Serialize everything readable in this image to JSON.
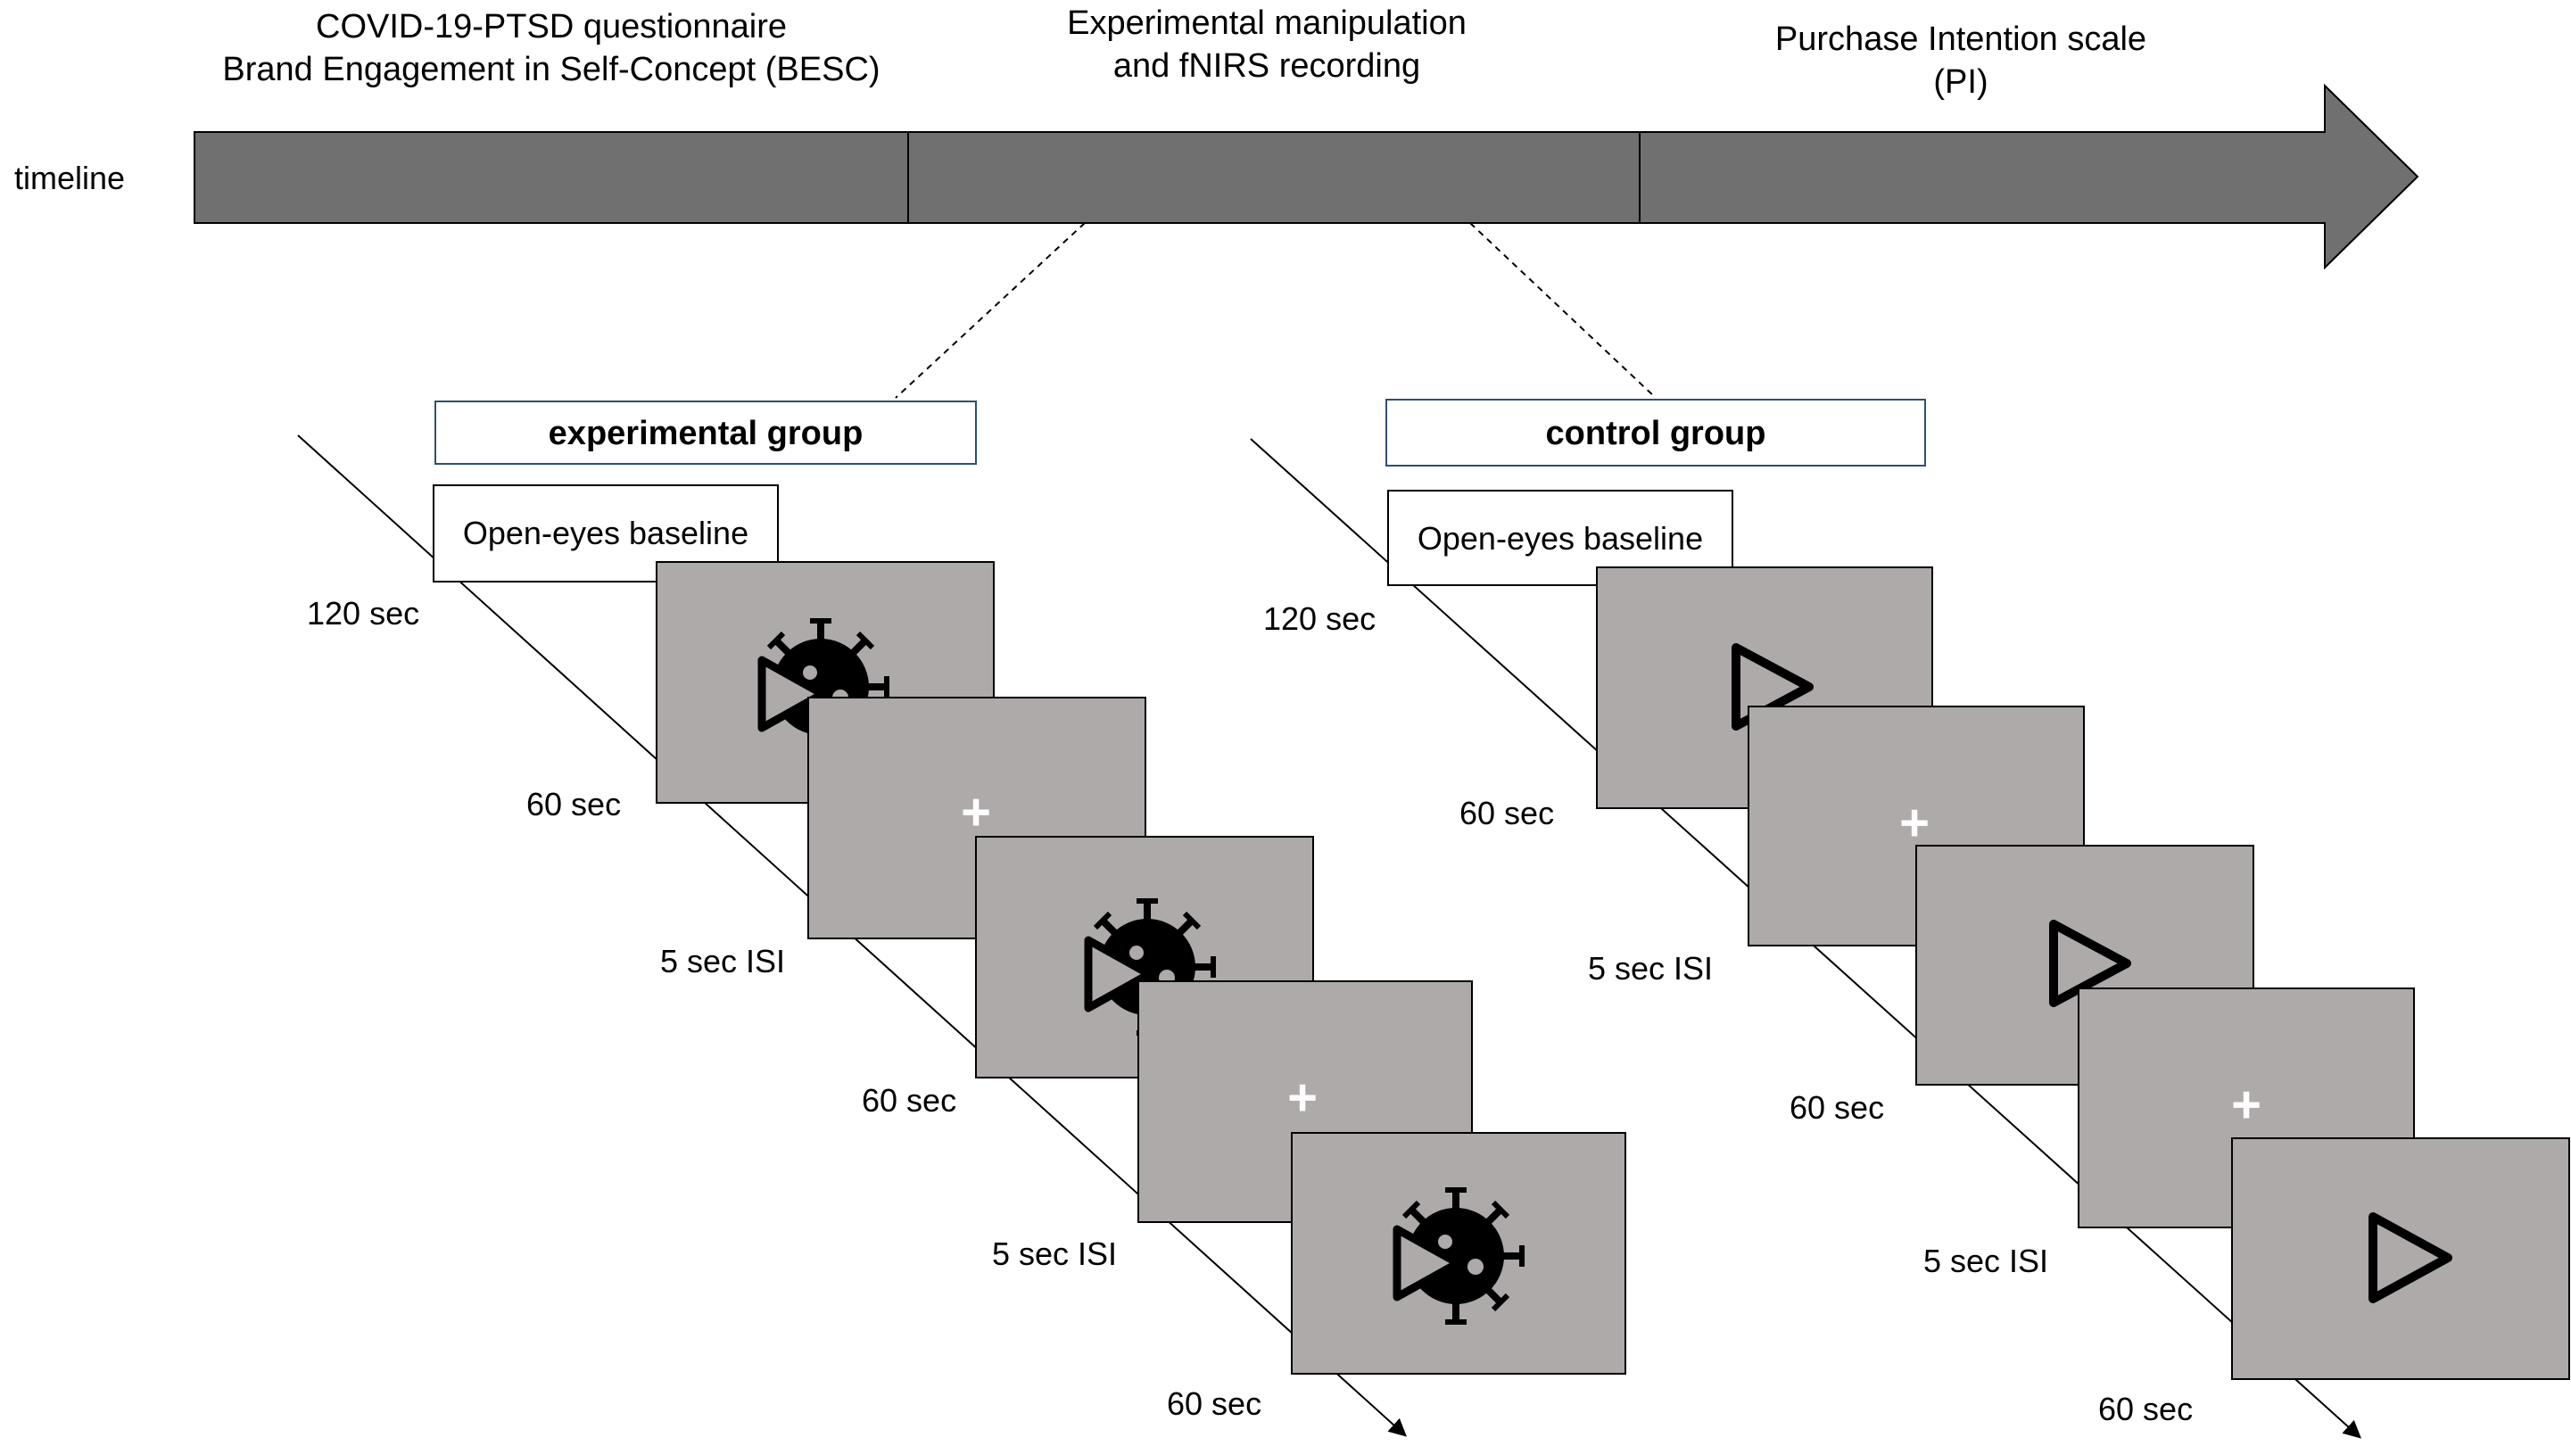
{
  "timeline": {
    "label": "timeline",
    "phases": [
      {
        "line1": "COVID-19-PTSD questionnaire",
        "line2": "Brand Engagement in Self-Concept (BESC)"
      },
      {
        "line1": "Experimental manipulation",
        "line2": "and fNIRS recording"
      },
      {
        "line1": "Purchase Intention scale",
        "line2": "(PI)"
      }
    ]
  },
  "colors": {
    "timeline_bar": "#707070",
    "screen": "#aeaaaa",
    "ink": "#000000",
    "box_border": "#2f4f6f"
  },
  "groups": [
    {
      "title": "experimental group",
      "baseline": "Open-eyes baseline",
      "baseline_duration": "120 sec",
      "stimulus_icon": "virus-play-icon",
      "durations": [
        "60 sec",
        "5 sec ISI",
        "60 sec",
        "5 sec ISI",
        "60 sec"
      ]
    },
    {
      "title": "control group",
      "baseline": "Open-eyes baseline",
      "baseline_duration": "120 sec",
      "stimulus_icon": "play-icon",
      "durations": [
        "60 sec",
        "5 sec ISI",
        "60 sec",
        "5 sec ISI",
        "60 sec"
      ]
    }
  ],
  "fixation_symbol": "+"
}
